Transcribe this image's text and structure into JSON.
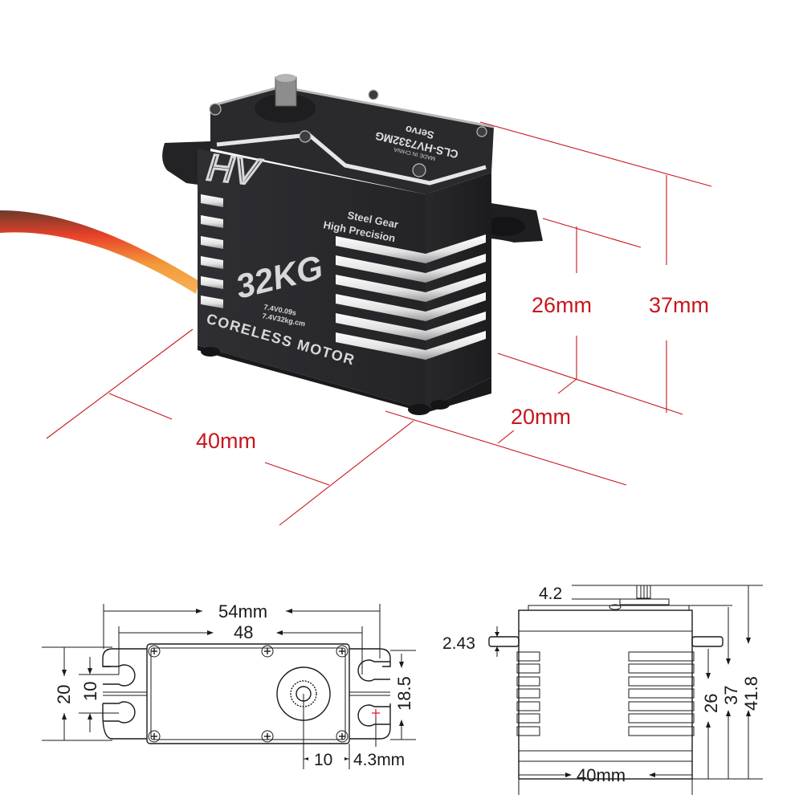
{
  "product": {
    "model": "CLS-HV7332MG",
    "brand_line": "Servo",
    "origin": "MADE IN CHINA",
    "badge_hv": "HV",
    "badge_torque": "32KG",
    "spec_speed": "7.4V0.09s",
    "spec_torque": "7.4V32kg.cm",
    "feature_1": "Steel Gear",
    "feature_2": "High Precision",
    "motor": "CORELESS MOTOR"
  },
  "photo_dimensions": {
    "height_mount": "26mm",
    "height_total": "37mm",
    "width": "20mm",
    "length": "40mm"
  },
  "top_view": {
    "overall_length": "54mm",
    "hole_spacing": "48",
    "mount_width": "20",
    "slot_spacing": "10",
    "ear_height": "18.5",
    "shaft_offset": "10",
    "hole_diameter": "4.3mm"
  },
  "side_view": {
    "spline_height": "4.2",
    "ear_thickness": "2.43",
    "ear_height": "26",
    "case_height": "37",
    "total_height": "41.8",
    "case_length": "40mm"
  },
  "colors": {
    "dimension_red": "#c8161d",
    "body": "#2b2b2e",
    "fin_silver": "#e6e6e6",
    "wire_brown": "#6b3a2a",
    "wire_red": "#e8412a",
    "wire_orange": "#f39a3a"
  }
}
